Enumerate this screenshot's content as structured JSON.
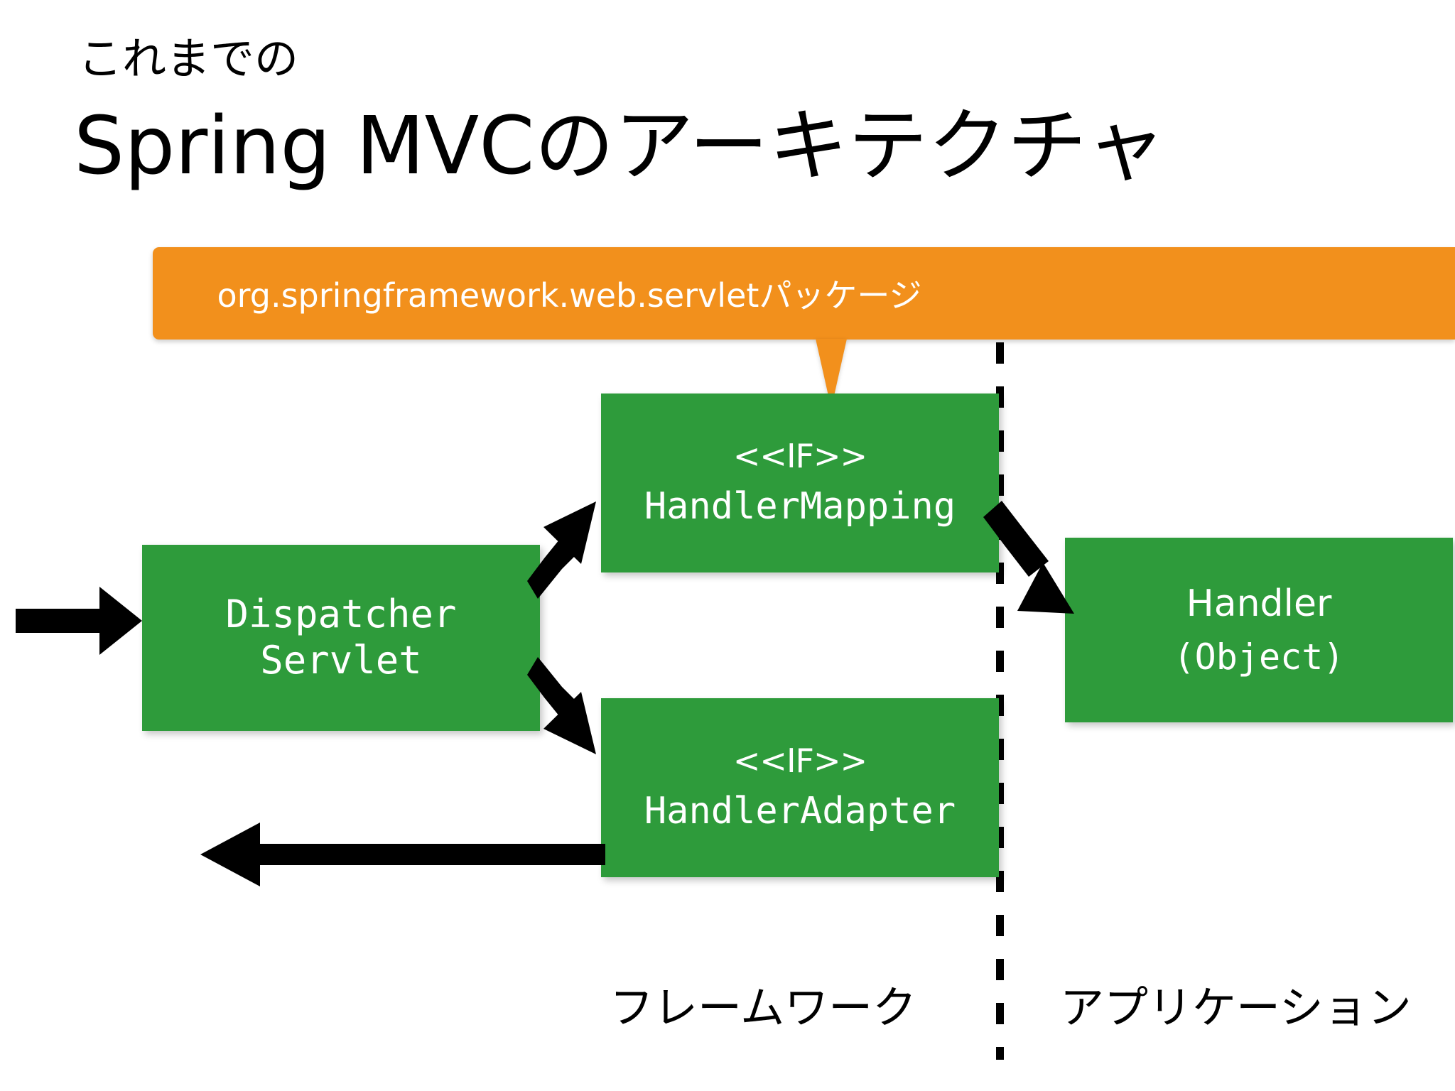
{
  "slide": {
    "kicker": "これまでの",
    "title": "Spring MVCのアーキテクチャ",
    "background_color": "#FFFFFF"
  },
  "callout": {
    "text": "org.springframework.web.servletパッケージ",
    "fill_color": "#F2901C",
    "text_color": "#FFFFFF",
    "points_to": "HandlerMapping"
  },
  "divider": {
    "style": "dashed-vertical",
    "color": "#000000",
    "left_zone": "フレームワーク",
    "right_zone": "アプリケーション"
  },
  "boxes": {
    "dispatcher": {
      "line1": "Dispatcher",
      "line2": "Servlet",
      "fill_color": "#2E9B3B",
      "text_color": "#FFFFFF"
    },
    "handler_mapping": {
      "stereotype": "<<IF>>",
      "name": "HandlerMapping",
      "fill_color": "#2E9B3B",
      "text_color": "#FFFFFF"
    },
    "handler_adapter": {
      "stereotype": "<<IF>>",
      "name": "HandlerAdapter",
      "fill_color": "#2E9B3B",
      "text_color": "#FFFFFF"
    },
    "handler": {
      "line1": "Handler",
      "line2": "(Object)",
      "fill_color": "#2E9B3B",
      "text_color": "#FFFFFF"
    }
  },
  "zones": {
    "framework": "フレームワーク",
    "application": "アプリケーション"
  },
  "arrows": [
    {
      "name": "request-in",
      "from": "外部",
      "to": "DispatcherServlet"
    },
    {
      "name": "dispatcher-to-mapping",
      "from": "DispatcherServlet",
      "to": "HandlerMapping"
    },
    {
      "name": "dispatcher-to-adapter",
      "from": "DispatcherServlet",
      "to": "HandlerAdapter"
    },
    {
      "name": "mapping-to-handler",
      "from": "HandlerMapping",
      "to": "Handler"
    },
    {
      "name": "adapter-response-out",
      "from": "HandlerAdapter",
      "to": "外部"
    }
  ]
}
